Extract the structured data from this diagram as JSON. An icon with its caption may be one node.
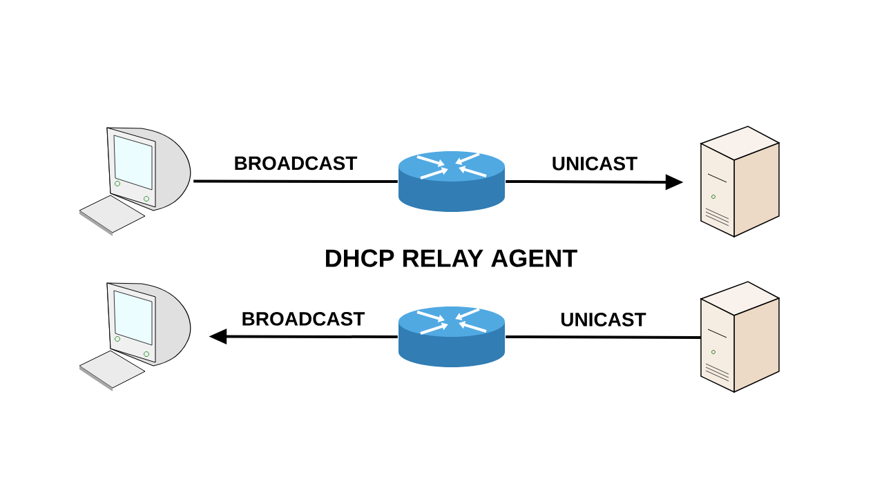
{
  "diagram": {
    "nodes": [
      {
        "text": [],
        "shape": "picture"
      },
      {
        "text": [],
        "shape": "picture"
      },
      {
        "text": [],
        "shape": "picture"
      },
      {
        "text": [],
        "shape": "picture"
      },
      {
        "text": [],
        "shape": "picture"
      },
      {
        "text": [],
        "shape": "picture"
      }
    ],
    "edges": [
      {
        "from": 0,
        "to": 1,
        "arrow": "none",
        "label": "BROADCAST"
      },
      {
        "from": 1,
        "to": 2,
        "arrow": "to",
        "label": "UNICAST"
      },
      {
        "from": 5,
        "to": 4,
        "arrow": "none",
        "label": "UNICAST"
      },
      {
        "from": 4,
        "to": 3,
        "arrow": "to",
        "label": "BROADCAST"
      }
    ],
    "labels": [
      "DHCP RELAY AGENT"
    ]
  }
}
